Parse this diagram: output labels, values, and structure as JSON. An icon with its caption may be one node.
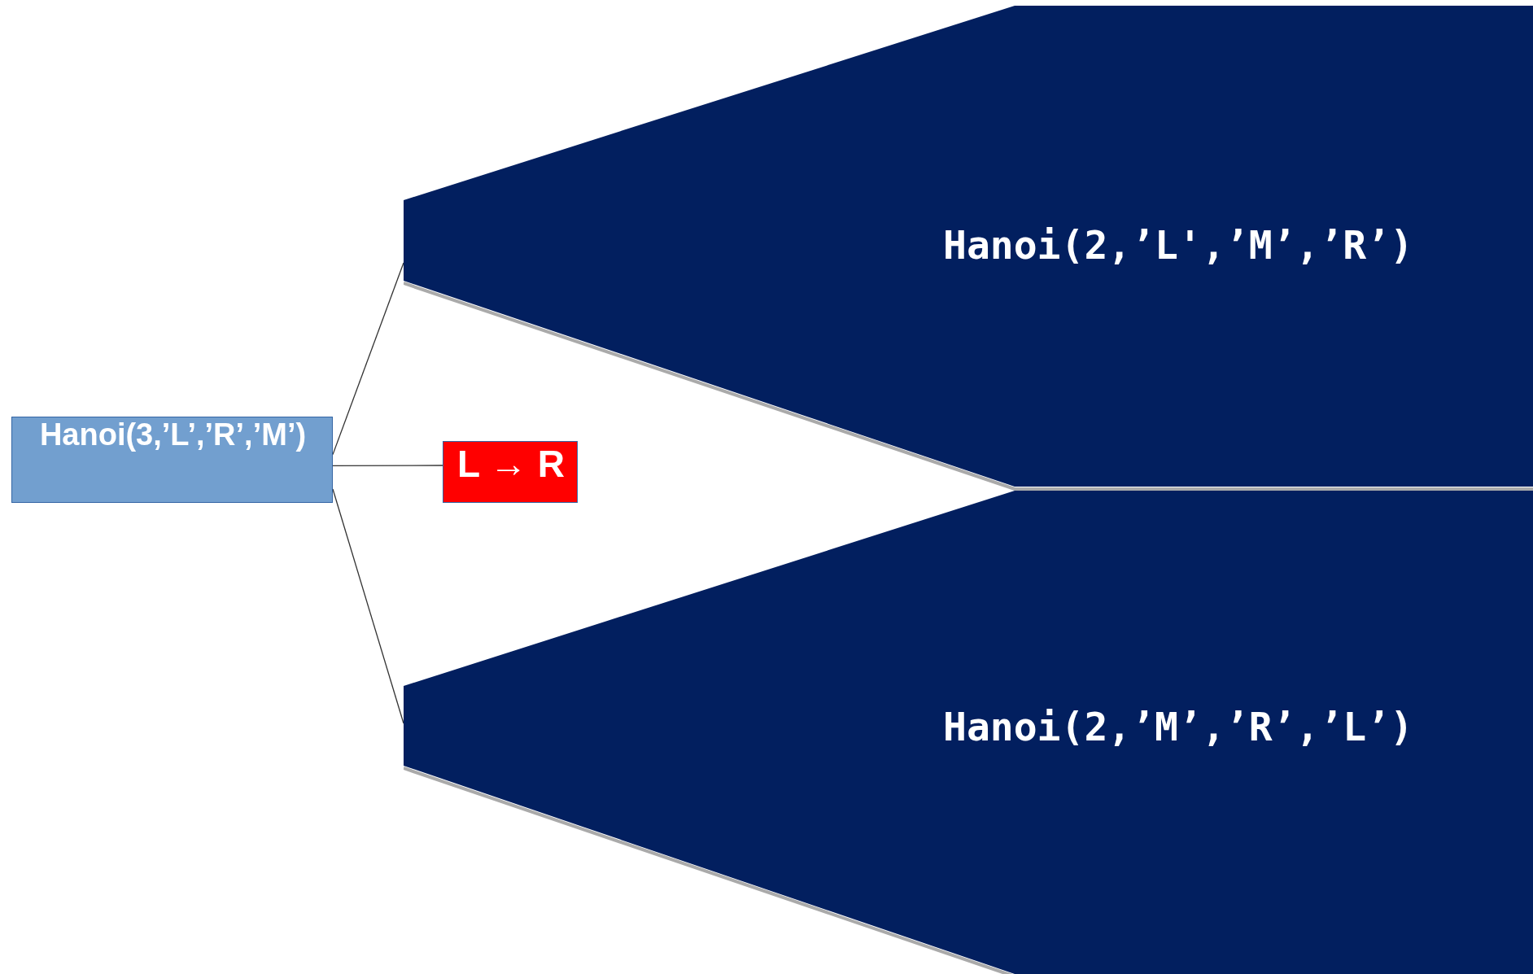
{
  "diagram": {
    "nodes": [
      {
        "text": [
          "Hanoi(3,’L’,’R’,’M’)"
        ]
      },
      {
        "text": [
          "Hanoi(2,’L',’M’,’R’)"
        ]
      },
      {
        "text": [
          "L → R"
        ]
      },
      {
        "text": [
          "Hanoi(2,’M’,’R’,’L’)"
        ]
      }
    ],
    "edges": [
      {
        "from": 0,
        "to": 1,
        "arrow": "none"
      },
      {
        "from": 0,
        "to": 2,
        "arrow": "none"
      },
      {
        "from": 0,
        "to": 3,
        "arrow": "none"
      }
    ]
  }
}
